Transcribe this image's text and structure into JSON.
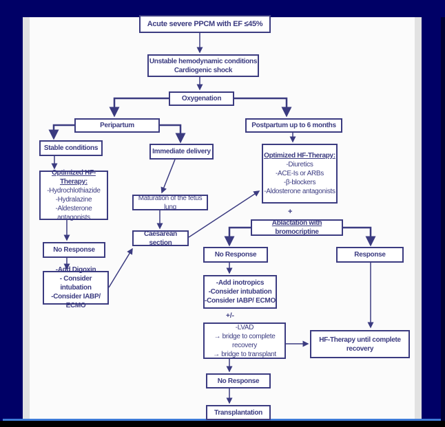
{
  "colors": {
    "background": "#000066",
    "slide": "#fbfbfb",
    "line": "#3b3b80",
    "accent_bar": "#3d7ad6"
  },
  "nodes": {
    "acute": "Acute severe PPCM with EF ≤45%",
    "unstable": [
      "Unstable hemodynamic conditions",
      "Cardiogenic shock"
    ],
    "oxygenation": "Oxygenation",
    "peripartum": "Peripartum",
    "postpartum": "Postpartum up to 6 months",
    "stable": "Stable conditions",
    "immediate": "Immediate delivery",
    "hf_left": {
      "title": "Optimized HF-Therapy:",
      "items": [
        "-Hydrochlothiazide",
        "-Hydralazine",
        "-Aldesterone antagonists"
      ]
    },
    "hf_right": {
      "title": "Optimized HF-Therapy:",
      "items": [
        "-Diuretics",
        "-ACE-Is or ARBs",
        "-β-blockers",
        "-Aldosterone antagonists"
      ]
    },
    "maturation": "Maturation of the fetus lung",
    "ablactation": "Ablactation with bromocriptine",
    "caesarean": "Caesarean section",
    "no_response_left": "No Response",
    "no_response_mid": "No Response",
    "response": "Response",
    "digoxin": [
      "-Add Digoxin",
      "- Consider intubation",
      "-Consider IABP/ ECMO"
    ],
    "inotropics": [
      "-Add inotropics",
      "-Consider intubation",
      "-Consider IABP/ ECMO"
    ],
    "lvad": [
      "-LVAD",
      "→ bridge to complete recovery",
      "→ bridge to transplant"
    ],
    "hf_until": [
      "HF-Therapy until complete",
      "recovery"
    ],
    "no_response_bottom": "No Response",
    "transplantation": "Transplantation"
  },
  "labels": {
    "plus": "+",
    "plus_minus": "+/-"
  }
}
